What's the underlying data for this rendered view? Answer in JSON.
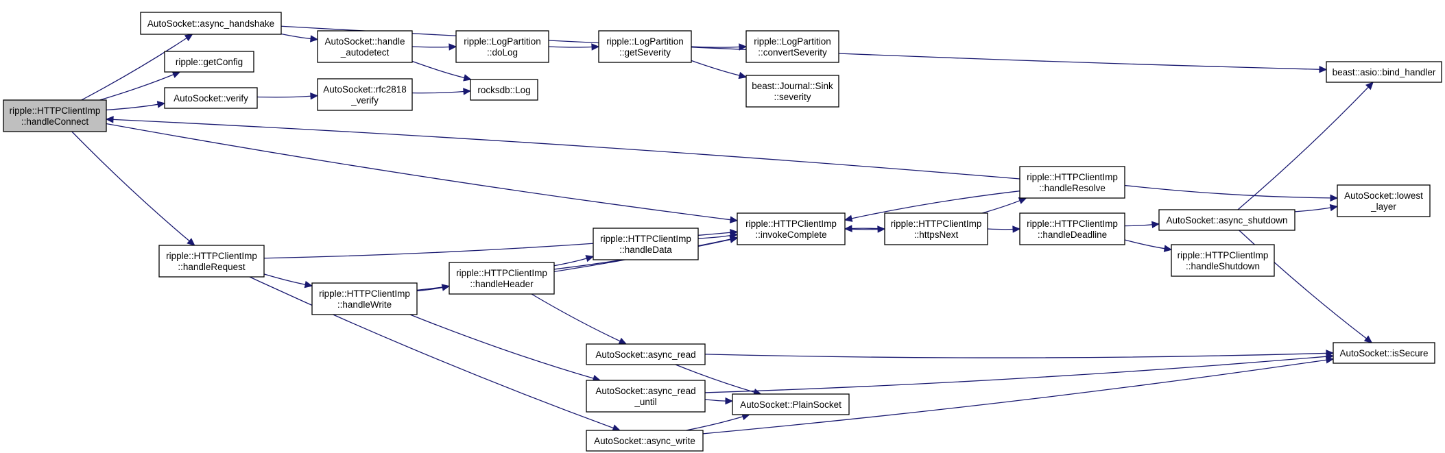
{
  "colors": {
    "edge": "#191970",
    "root_fill": "#bfbfbf",
    "node_fill": "#ffffff",
    "node_border": "#000000"
  },
  "nodes": {
    "handleConnect": {
      "lines": [
        "ripple::HTTPClientImp",
        "::handleConnect"
      ]
    },
    "async_handshake": {
      "lines": [
        "AutoSocket::async_handshake"
      ]
    },
    "getConfig": {
      "lines": [
        "ripple::getConfig"
      ]
    },
    "verify": {
      "lines": [
        "AutoSocket::verify"
      ]
    },
    "handle_autodetect": {
      "lines": [
        "AutoSocket::handle",
        "_autodetect"
      ]
    },
    "rfc2818_verify": {
      "lines": [
        "AutoSocket::rfc2818",
        "_verify"
      ]
    },
    "doLog": {
      "lines": [
        "ripple::LogPartition",
        "::doLog"
      ]
    },
    "rocksdbLog": {
      "lines": [
        "rocksdb::Log"
      ]
    },
    "getSeverity": {
      "lines": [
        "ripple::LogPartition",
        "::getSeverity"
      ]
    },
    "convertSeverity": {
      "lines": [
        "ripple::LogPartition",
        "::convertSeverity"
      ]
    },
    "sinkSeverity": {
      "lines": [
        "beast::Journal::Sink",
        "::severity"
      ]
    },
    "bind_handler": {
      "lines": [
        "beast::asio::bind_handler"
      ]
    },
    "handleResolve": {
      "lines": [
        "ripple::HTTPClientImp",
        "::handleResolve"
      ]
    },
    "lowest_layer": {
      "lines": [
        "AutoSocket::lowest",
        "_layer"
      ]
    },
    "invokeComplete": {
      "lines": [
        "ripple::HTTPClientImp",
        "::invokeComplete"
      ]
    },
    "httpsNext": {
      "lines": [
        "ripple::HTTPClientImp",
        "::httpsNext"
      ]
    },
    "handleDeadline": {
      "lines": [
        "ripple::HTTPClientImp",
        "::handleDeadline"
      ]
    },
    "async_shutdown": {
      "lines": [
        "AutoSocket::async_shutdown"
      ]
    },
    "handleShutdown": {
      "lines": [
        "ripple::HTTPClientImp",
        "::handleShutdown"
      ]
    },
    "handleData": {
      "lines": [
        "ripple::HTTPClientImp",
        "::handleData"
      ]
    },
    "handleRequest": {
      "lines": [
        "ripple::HTTPClientImp",
        "::handleRequest"
      ]
    },
    "handleHeader": {
      "lines": [
        "ripple::HTTPClientImp",
        "::handleHeader"
      ]
    },
    "handleWrite": {
      "lines": [
        "ripple::HTTPClientImp",
        "::handleWrite"
      ]
    },
    "async_read": {
      "lines": [
        "AutoSocket::async_read"
      ]
    },
    "isSecure": {
      "lines": [
        "AutoSocket::isSecure"
      ]
    },
    "async_read_until": {
      "lines": [
        "AutoSocket::async_read",
        "_until"
      ]
    },
    "PlainSocket": {
      "lines": [
        "AutoSocket::PlainSocket"
      ]
    },
    "async_write": {
      "lines": [
        "AutoSocket::async_write"
      ]
    }
  },
  "edges": [
    [
      "handleConnect",
      "async_handshake"
    ],
    [
      "handleConnect",
      "getConfig"
    ],
    [
      "handleConnect",
      "verify"
    ],
    [
      "handleConnect",
      "handleRequest"
    ],
    [
      "handleConnect",
      "invokeComplete"
    ],
    [
      "async_handshake",
      "handle_autodetect"
    ],
    [
      "async_handshake",
      "bind_handler"
    ],
    [
      "handle_autodetect",
      "doLog"
    ],
    [
      "handle_autodetect",
      "rocksdbLog"
    ],
    [
      "doLog",
      "getSeverity"
    ],
    [
      "getSeverity",
      "convertSeverity"
    ],
    [
      "getSeverity",
      "sinkSeverity"
    ],
    [
      "verify",
      "rfc2818_verify"
    ],
    [
      "rfc2818_verify",
      "rocksdbLog"
    ],
    [
      "handleResolve",
      "handleConnect"
    ],
    [
      "handleResolve",
      "invokeComplete"
    ],
    [
      "handleResolve",
      "lowest_layer"
    ],
    [
      "invokeComplete",
      "httpsNext"
    ],
    [
      "httpsNext",
      "invokeComplete"
    ],
    [
      "httpsNext",
      "handleResolve"
    ],
    [
      "httpsNext",
      "handleDeadline"
    ],
    [
      "handleDeadline",
      "async_shutdown"
    ],
    [
      "handleDeadline",
      "handleShutdown"
    ],
    [
      "async_shutdown",
      "bind_handler"
    ],
    [
      "async_shutdown",
      "lowest_layer"
    ],
    [
      "async_shutdown",
      "isSecure"
    ],
    [
      "handleRequest",
      "invokeComplete"
    ],
    [
      "handleRequest",
      "handleWrite"
    ],
    [
      "handleRequest",
      "async_write"
    ],
    [
      "handleWrite",
      "handleHeader"
    ],
    [
      "handleWrite",
      "invokeComplete"
    ],
    [
      "handleWrite",
      "async_read_until"
    ],
    [
      "handleHeader",
      "handleData"
    ],
    [
      "handleHeader",
      "invokeComplete"
    ],
    [
      "handleHeader",
      "async_read"
    ],
    [
      "handleData",
      "invokeComplete"
    ],
    [
      "async_read",
      "isSecure"
    ],
    [
      "async_read",
      "PlainSocket"
    ],
    [
      "async_read_until",
      "PlainSocket"
    ],
    [
      "async_read_until",
      "isSecure"
    ],
    [
      "async_write",
      "PlainSocket"
    ],
    [
      "async_write",
      "isSecure"
    ]
  ]
}
